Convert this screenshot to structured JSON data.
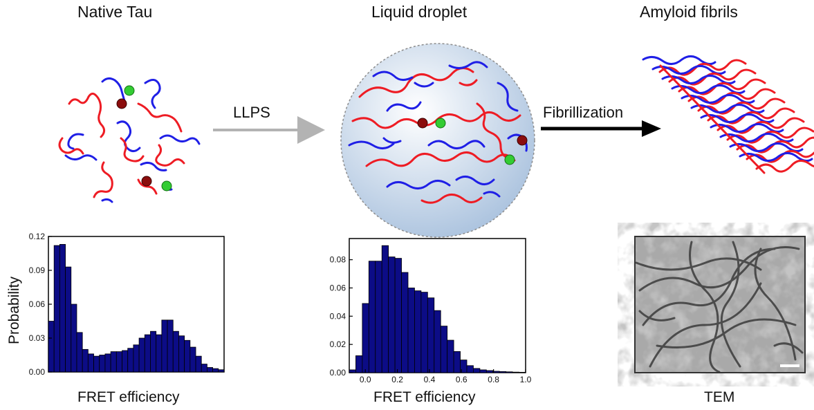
{
  "titles": {
    "native": "Native Tau",
    "droplet": "Liquid droplet",
    "fibrils": "Amyloid fibrils"
  },
  "arrows": {
    "llps": "LLPS",
    "fibrillization": "Fibrillization"
  },
  "colors": {
    "chain_red": "#ee1c24",
    "chain_blue": "#1f1fe6",
    "dye_red": "#8b0d0d",
    "dye_green": "#33cc33",
    "bar_fill": "#0c0c86",
    "llps_arrow": "#b3b3b3",
    "fib_arrow": "#000000",
    "droplet_fill": "#c9d9ec"
  },
  "chart_data": [
    {
      "type": "bar",
      "ylabel": "Probability",
      "xlabel": "FRET efficiency",
      "ylim": [
        0,
        0.12
      ],
      "yticks": [
        "0.00",
        "0.03",
        "0.06",
        "0.09",
        "0.12"
      ],
      "xticks": [],
      "values": [
        0.045,
        0.112,
        0.113,
        0.093,
        0.06,
        0.035,
        0.02,
        0.016,
        0.014,
        0.015,
        0.016,
        0.018,
        0.018,
        0.019,
        0.021,
        0.024,
        0.03,
        0.033,
        0.036,
        0.033,
        0.046,
        0.046,
        0.036,
        0.032,
        0.028,
        0.022,
        0.014,
        0.007,
        0.004,
        0.003,
        0.002
      ]
    },
    {
      "type": "bar",
      "ylabel": "",
      "xlabel": "FRET efficiency",
      "xlim": [
        -0.1,
        1.0
      ],
      "ylim": [
        0,
        0.095
      ],
      "yticks": [
        "0.00",
        "0.02",
        "0.04",
        "0.06",
        "0.08"
      ],
      "xticks": [
        "0.0",
        "0.2",
        "0.4",
        "0.6",
        "0.8",
        "1.0"
      ],
      "values": [
        0.002,
        0.012,
        0.049,
        0.079,
        0.079,
        0.09,
        0.082,
        0.081,
        0.071,
        0.06,
        0.058,
        0.057,
        0.053,
        0.044,
        0.033,
        0.023,
        0.015,
        0.009,
        0.005,
        0.003,
        0.002,
        0.0015,
        0.001,
        0.0008,
        0.0006,
        0.0004,
        0.0003
      ]
    }
  ],
  "tem": {
    "xlabel": "TEM"
  }
}
